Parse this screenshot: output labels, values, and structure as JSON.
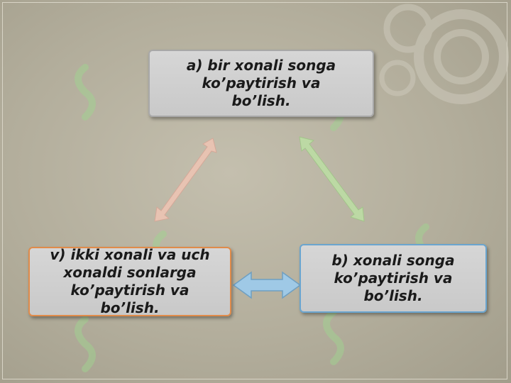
{
  "nodes": {
    "a": {
      "label": "a) bir xonali songa\nko’paytirish va\nbo’lish."
    },
    "b": {
      "label": "b) xonali songa\nko’paytirish va\nbo’lish."
    },
    "v": {
      "label": "v) ikki xonali va uch\nxonaldi sonlarga\nko’paytirish va\nbo’lish."
    }
  },
  "arrows": [
    {
      "from": "a",
      "to": "v",
      "style": "double",
      "color": "#e8c3b2"
    },
    {
      "from": "a",
      "to": "b",
      "style": "double",
      "color": "#bcd9a4"
    },
    {
      "from": "v",
      "to": "b",
      "style": "double",
      "color": "#9fc9e6"
    }
  ],
  "colors": {
    "background": "#b8b3a2",
    "box_fill": "#d0d0d0",
    "border_a": "#a8a8a8",
    "border_b": "#6aa5cf",
    "border_v": "#e08b4a"
  }
}
